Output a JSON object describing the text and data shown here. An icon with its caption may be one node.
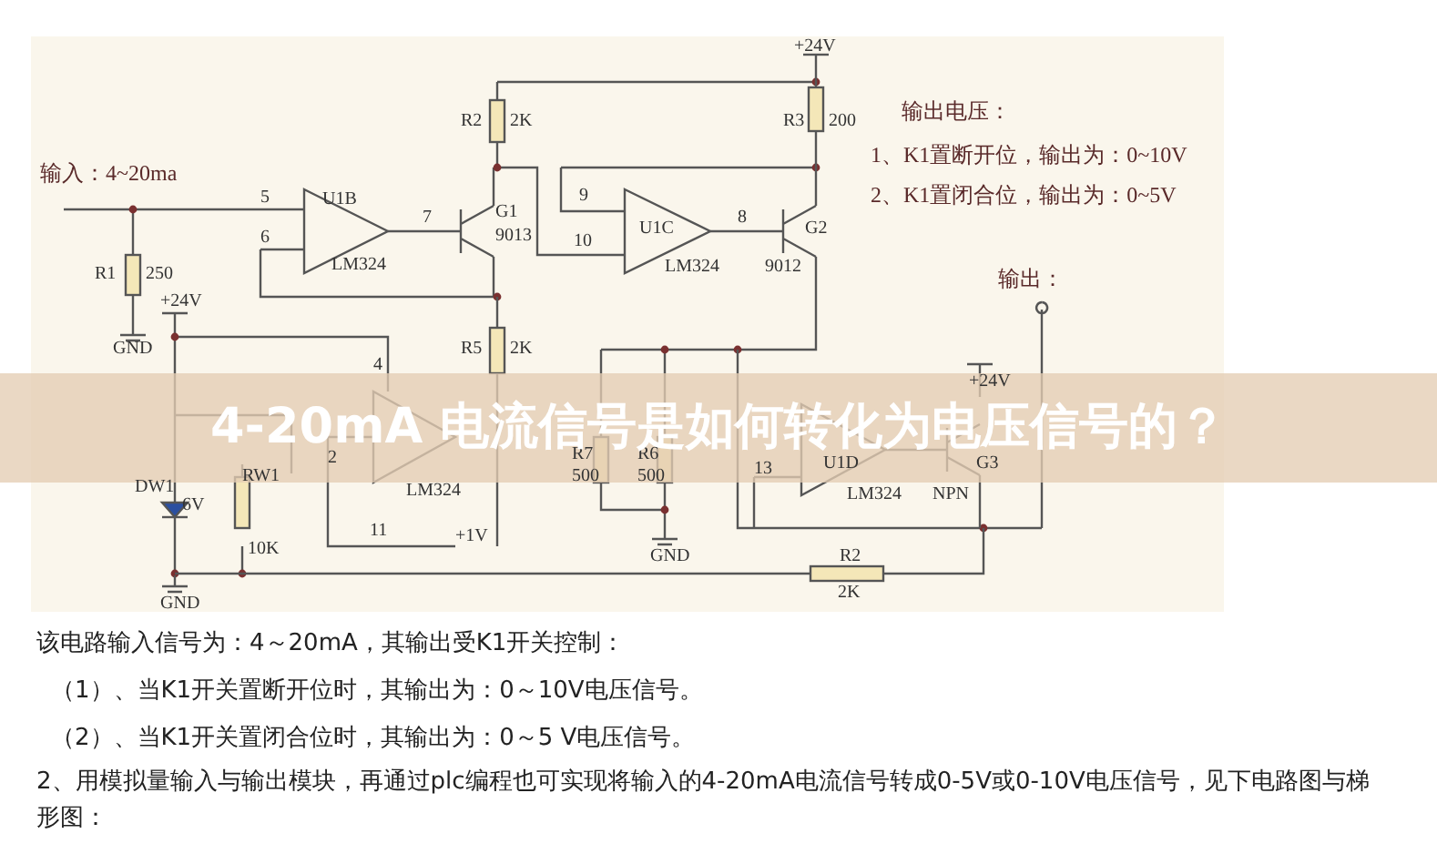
{
  "diagram": {
    "title": "4-20mA 电流信号是如何转化为电压信号的？",
    "labels": [
      "输入：4~20ma",
      "5",
      "U1B",
      "7",
      "G1",
      "6",
      "9013",
      "LM324",
      "R1",
      "250",
      "GND",
      "R2",
      "2K",
      "9",
      "U1C",
      "10",
      "LM324",
      "8",
      "G2",
      "9012",
      "+24V",
      "R3",
      "200",
      "输出电压：",
      "1、K1置断开位，输出为：0~10V",
      "2、K1置闭合位，输出为：0~5V",
      "输出：",
      "+24V",
      "R5",
      "2K",
      "4",
      "2",
      "DW1",
      "6V",
      "RW1",
      "10K",
      "LM324",
      "11",
      "+1V",
      "R7",
      "500",
      "R6",
      "500",
      "GND",
      "+24V",
      "U1D",
      "13",
      "LM324",
      "G3",
      "NPN",
      "R2",
      "2K",
      "GND",
      "该电路输入信号为：4～20mA，其输出受K1开关控制：",
      "（1）、当K1开关置断开位时，其输出为：0～10V电压信号。",
      "（2）、当K1开关置闭合位时，其输出为：0～5 V电压信号。",
      "2、用模拟量输入与输出模块，再通过plc编程也可实现将输入的4-20mA电流信号转成0-5V或0-10V电压信号，见下电路图与梯形图："
    ]
  }
}
